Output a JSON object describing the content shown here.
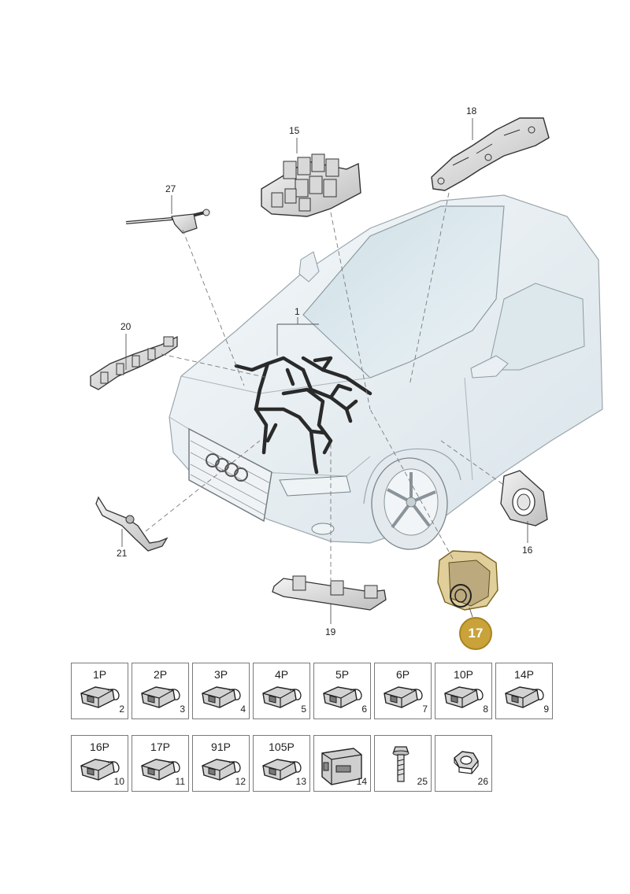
{
  "callouts": {
    "c1": "1",
    "c15": "15",
    "c16": "16",
    "c17": "17",
    "c18": "18",
    "c19": "19",
    "c20": "20",
    "c21": "21",
    "c27": "27"
  },
  "grid": {
    "row1": [
      {
        "label": "1P",
        "number": "2",
        "icon": "connector-housing-icon"
      },
      {
        "label": "2P",
        "number": "3",
        "icon": "connector-housing-icon"
      },
      {
        "label": "3P",
        "number": "4",
        "icon": "connector-housing-icon"
      },
      {
        "label": "4P",
        "number": "5",
        "icon": "connector-housing-icon"
      },
      {
        "label": "5P",
        "number": "6",
        "icon": "connector-housing-icon"
      },
      {
        "label": "6P",
        "number": "7",
        "icon": "connector-housing-icon"
      },
      {
        "label": "10P",
        "number": "8",
        "icon": "connector-housing-icon"
      },
      {
        "label": "14P",
        "number": "9",
        "icon": "connector-housing-icon"
      }
    ],
    "row2": [
      {
        "label": "16P",
        "number": "10",
        "icon": "connector-housing-icon"
      },
      {
        "label": "17P",
        "number": "11",
        "icon": "connector-housing-icon"
      },
      {
        "label": "91P",
        "number": "12",
        "icon": "connector-housing-icon"
      },
      {
        "label": "105P",
        "number": "13",
        "icon": "connector-housing-icon"
      },
      {
        "label": "",
        "number": "14",
        "icon": "control-unit-icon"
      },
      {
        "label": "",
        "number": "25",
        "icon": "bolt-icon"
      },
      {
        "label": "",
        "number": "26",
        "icon": "hex-nut-icon"
      }
    ]
  },
  "colors": {
    "highlight": "#c9a33a",
    "line": "#3a3a3a",
    "car_tint": "#e6eef2"
  }
}
